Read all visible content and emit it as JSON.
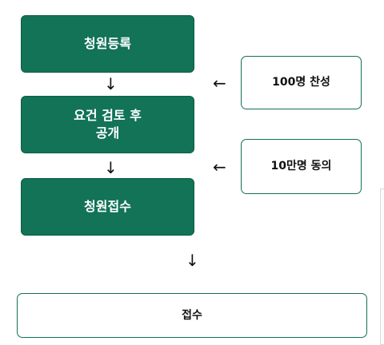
{
  "flow": {
    "steps": [
      "청원등록",
      "요건 검토 후\n공개",
      "청원접수"
    ],
    "conditions": [
      "100명 찬성",
      "10만명 동의"
    ],
    "result": "접수"
  },
  "arrows": {
    "down": "↓",
    "left": "←"
  },
  "colors": {
    "step_fill": "#127356",
    "step_border": "#0b5d45",
    "condition_border": "#126f58"
  }
}
